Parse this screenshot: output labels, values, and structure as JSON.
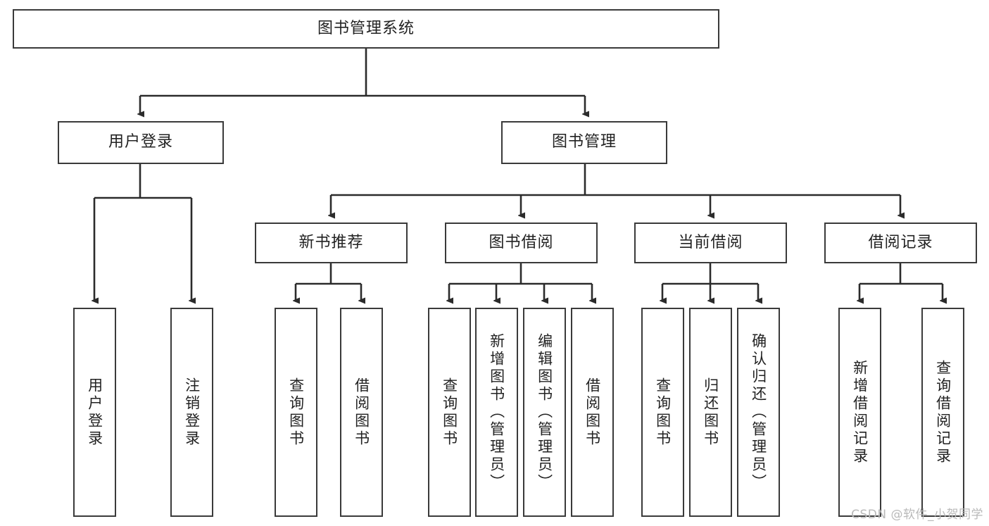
{
  "diagram": {
    "type": "tree-hierarchy",
    "title": "图书管理系统",
    "watermark": "CSDN @软件_小贺同学",
    "colors": {
      "box_border": "#3a3a3a",
      "box_fill": "#ffffff",
      "connector": "#2b2b2b",
      "text": "#222222",
      "watermark": "#b9b9b9",
      "background": "#ffffff"
    },
    "root": {
      "label": "图书管理系统"
    },
    "level2": [
      {
        "label": "用户登录"
      },
      {
        "label": "图书管理"
      }
    ],
    "level3": [
      {
        "label": "新书推荐"
      },
      {
        "label": "图书借阅"
      },
      {
        "label": "当前借阅"
      },
      {
        "label": "借阅记录"
      }
    ],
    "leaves": {
      "user_login": [
        {
          "label": "用户登录"
        },
        {
          "label": "注销登录"
        }
      ],
      "new_book_recommend": [
        {
          "label": "查询图书"
        },
        {
          "label": "借阅图书"
        }
      ],
      "book_borrow": [
        {
          "label": "查询图书"
        },
        {
          "label": "新增图书（管理员）"
        },
        {
          "label": "编辑图书（管理员）"
        },
        {
          "label": "借阅图书"
        }
      ],
      "current_borrow": [
        {
          "label": "查询图书"
        },
        {
          "label": "归还图书"
        },
        {
          "label": "确认归还（管理员）"
        }
      ],
      "borrow_record": [
        {
          "label": "新增借阅记录"
        },
        {
          "label": "查询借阅记录"
        }
      ]
    }
  }
}
